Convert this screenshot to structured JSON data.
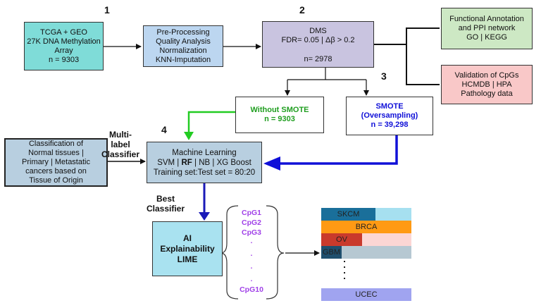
{
  "steps": {
    "s1": "1",
    "s2": "2",
    "s3": "3",
    "s4": "4"
  },
  "boxes": {
    "tcga": {
      "lines": [
        "TCGA + GEO",
        "27K DNA Methylation",
        "Array",
        "n = 9303"
      ],
      "color": "#7fdcd8"
    },
    "preprocessing": {
      "lines": [
        "Pre-Processing",
        "Quality Analysis",
        "Normalization",
        "KNN-Imputation"
      ],
      "color": "#bcd6f0"
    },
    "dms": {
      "title": "DMS",
      "criteria": "FDR= 0.05 | Δβ > 0.2",
      "n": "n= 2978",
      "color": "#c9c4e0"
    },
    "functional": {
      "lines": [
        "Functional Annotation",
        "and PPI network",
        "GO | KEGG"
      ],
      "color": "#cde8c4"
    },
    "validation": {
      "lines": [
        "Validation of CpGs",
        "HCMDB | HPA",
        "Pathology data"
      ],
      "color": "#f9c8c8"
    },
    "without_smote": {
      "lines": [
        "Without SMOTE",
        "n = 9303"
      ],
      "text_color": "#1f9e1f"
    },
    "smote": {
      "lines": [
        "SMOTE",
        "(Oversampling)",
        "n = 39,298"
      ],
      "text_color": "#1010d8"
    },
    "classification": {
      "lines": [
        "Classification of",
        "Normal tissues |",
        "Primary | Metastatic",
        "cancers based on",
        "Tissue of Origin"
      ],
      "color": "#b8cfe0"
    },
    "ml": {
      "title": "Machine Learning",
      "models_pre": "SVM | ",
      "models_bold": "RF",
      "models_post": " | NB | XG Boost",
      "split": "Training set:Test set = 80:20",
      "color": "#b8cfe0"
    },
    "ai": {
      "lines": [
        "AI",
        "Explainability",
        "LIME"
      ],
      "color": "#a9e2f0"
    }
  },
  "labels": {
    "multilabel": [
      "Multi-",
      "label",
      "Classifier"
    ],
    "best": [
      "Best",
      "Classifier"
    ]
  },
  "cpgs": {
    "items": [
      "CpG1",
      "CpG2",
      "CpG3",
      "CpG10"
    ],
    "dots": [
      ".",
      ".",
      ".",
      "."
    ]
  },
  "cancer_bars": {
    "rows": [
      {
        "label": "SKCM",
        "fraction": 0.6,
        "color": "#1a6f9a",
        "rest_color": "#a6e0f0"
      },
      {
        "label": "BRCA",
        "fraction": 1.0,
        "color": "#ff9a14",
        "rest_color": "#ff9a14"
      },
      {
        "label": "OV",
        "fraction": 0.45,
        "color": "#c93a2c",
        "rest_color": "#fcd6d4"
      },
      {
        "label": "GBM",
        "fraction": 0.23,
        "color": "#1f4f6e",
        "rest_color": "#b6c8d2"
      }
    ],
    "last": {
      "label": "UCEC",
      "color": "#a0a4f0"
    },
    "dots": [
      ".",
      ".",
      ".",
      "."
    ]
  },
  "colors": {
    "green_arrow": "#22cc22",
    "blue_arrow": "#1010d8"
  }
}
